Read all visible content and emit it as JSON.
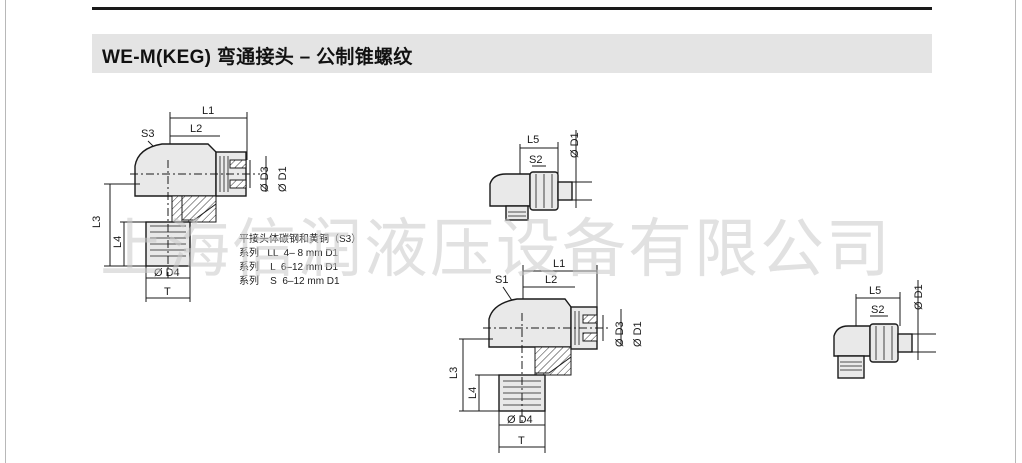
{
  "title": "WE-M(KEG) 弯通接头 – 公制锥螺纹",
  "watermark": "上海信润液压设备有限公司",
  "material_note": {
    "line1": "平接头体碳钢和黄铜（S3）",
    "line2": "系列   LL  4– 8 mm D1",
    "line3": "系列    L  6–12 mm D1",
    "line4": "系列    S  6–12 mm D1"
  },
  "fig1": {
    "L1": "L1",
    "L2": "L2",
    "S3": "S3",
    "D3": "Ø D3",
    "D1": "Ø D1",
    "L3": "L3",
    "L4": "L4",
    "D4": "Ø D4",
    "T": "T"
  },
  "fig2": {
    "L5": "L5",
    "S2": "S2",
    "D1": "Ø D1"
  },
  "fig3": {
    "L1": "L1",
    "L2": "L2",
    "S1": "S1",
    "D3": "Ø D3",
    "D1": "Ø D1",
    "L3": "L3",
    "L4": "L4",
    "D4": "Ø D4",
    "T": "T"
  },
  "fig4": {
    "L5": "L5",
    "S2": "S2",
    "D1": "Ø D1"
  }
}
